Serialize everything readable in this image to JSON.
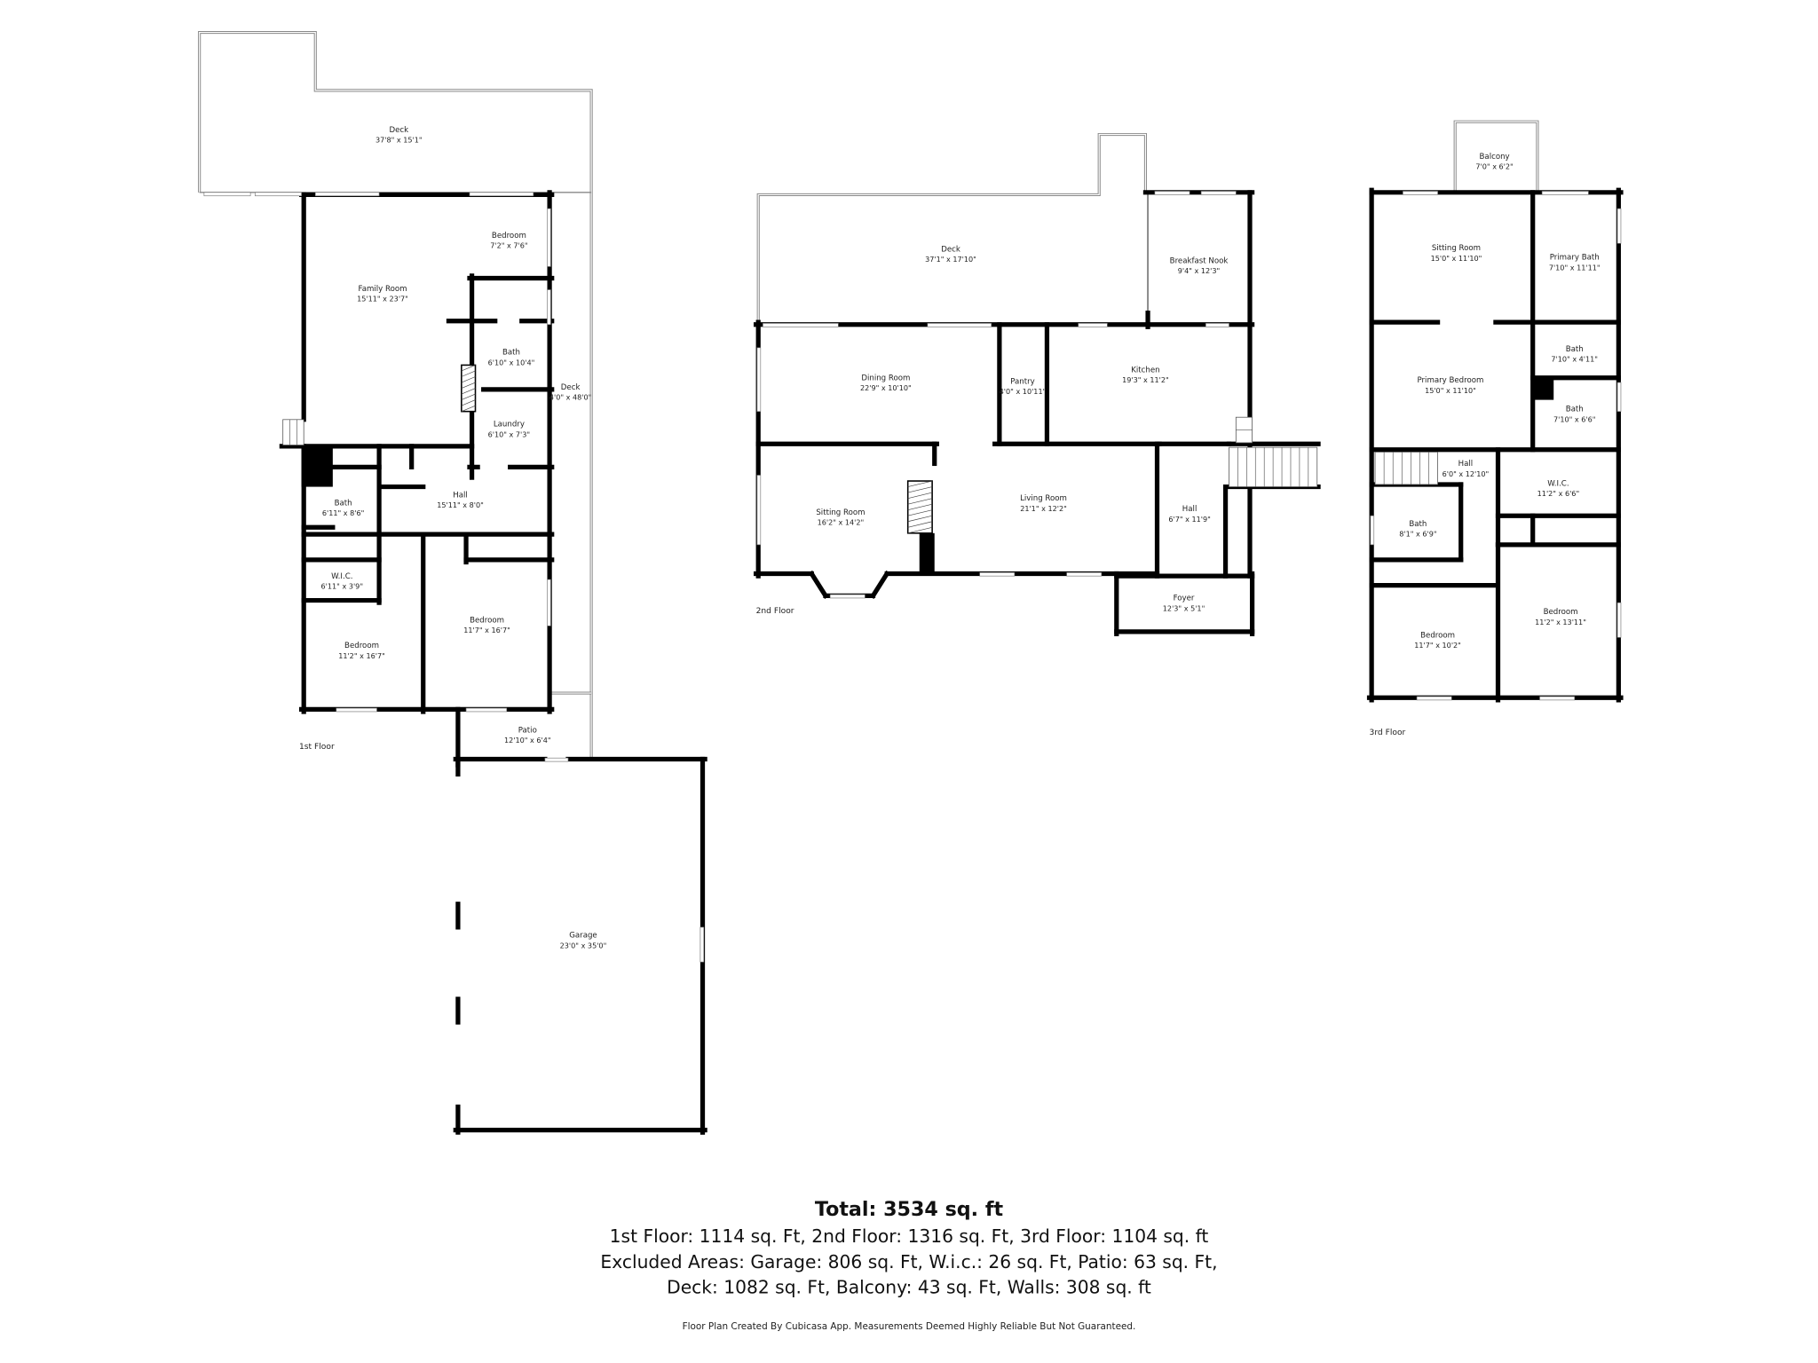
{
  "floors": [
    {
      "label": "1st Floor",
      "rooms": [
        {
          "name": "Deck",
          "dims": "37'8\" x 15'1\""
        },
        {
          "name": "Bedroom",
          "dims": "7'2\" x 7'6\""
        },
        {
          "name": "Family Room",
          "dims": "15'11\" x 23'7\""
        },
        {
          "name": "Bath",
          "dims": "6'10\" x 10'4\""
        },
        {
          "name": "Deck",
          "dims": "4'0\" x 48'0\""
        },
        {
          "name": "Laundry",
          "dims": "6'10\" x 7'3\""
        },
        {
          "name": "Hall",
          "dims": "15'11\" x 8'0\""
        },
        {
          "name": "Bath",
          "dims": "6'11\" x 8'6\""
        },
        {
          "name": "W.I.C.",
          "dims": "6'11\" x 3'9\""
        },
        {
          "name": "Bedroom",
          "dims": "11'7\" x 16'7\""
        },
        {
          "name": "Bedroom",
          "dims": "11'2\" x 16'7\""
        },
        {
          "name": "Patio",
          "dims": "12'10\" x 6'4\""
        },
        {
          "name": "Garage",
          "dims": "23'0\" x 35'0\""
        }
      ]
    },
    {
      "label": "2nd Floor",
      "rooms": [
        {
          "name": "Deck",
          "dims": "37'1\" x 17'10\""
        },
        {
          "name": "Breakfast Nook",
          "dims": "9'4\" x 12'3\""
        },
        {
          "name": "Kitchen",
          "dims": "19'3\" x 11'2\""
        },
        {
          "name": "Dining Room",
          "dims": "22'9\" x 10'10\""
        },
        {
          "name": "Pantry",
          "dims": "4'0\" x 10'11\""
        },
        {
          "name": "Sitting Room",
          "dims": "16'2\" x 14'2\""
        },
        {
          "name": "Living Room",
          "dims": "21'1\" x 12'2\""
        },
        {
          "name": "Hall",
          "dims": "6'7\" x 11'9\""
        },
        {
          "name": "Foyer",
          "dims": "12'3\" x 5'1\""
        }
      ]
    },
    {
      "label": "3rd Floor",
      "rooms": [
        {
          "name": "Balcony",
          "dims": "7'0\" x 6'2\""
        },
        {
          "name": "Sitting Room",
          "dims": "15'0\" x 11'10\""
        },
        {
          "name": "Primary Bath",
          "dims": "7'10\" x 11'11\""
        },
        {
          "name": "Bath",
          "dims": "7'10\" x 4'11\""
        },
        {
          "name": "Primary Bedroom",
          "dims": "15'0\" x 11'10\""
        },
        {
          "name": "Bath",
          "dims": "7'10\" x 6'6\""
        },
        {
          "name": "Hall",
          "dims": "6'0\" x 12'10\""
        },
        {
          "name": "W.I.C.",
          "dims": "11'2\" x 6'6\""
        },
        {
          "name": "Bath",
          "dims": "8'1\" x 6'9\""
        },
        {
          "name": "Bedroom",
          "dims": "11'2\" x 13'11\""
        },
        {
          "name": "Bedroom",
          "dims": "11'7\" x 10'2\""
        }
      ]
    }
  ],
  "summary": {
    "total": "Total: 3534 sq. ft",
    "floors_line": "1st Floor: 1114 sq. Ft, 2nd Floor: 1316 sq. Ft, 3rd Floor: 1104 sq. ft",
    "excluded_line1": "Excluded Areas: Garage: 806 sq. Ft, W.i.c.: 26 sq. Ft, Patio: 63 sq. Ft,",
    "excluded_line2": "Deck: 1082 sq. Ft, Balcony: 43 sq. Ft, Walls: 308 sq. ft",
    "disclaimer": "Floor Plan Created By Cubicasa App. Measurements Deemed Highly Reliable But Not Guaranteed."
  },
  "colors": {
    "wall": "#000000",
    "outline": "#888888",
    "background": "#ffffff"
  }
}
